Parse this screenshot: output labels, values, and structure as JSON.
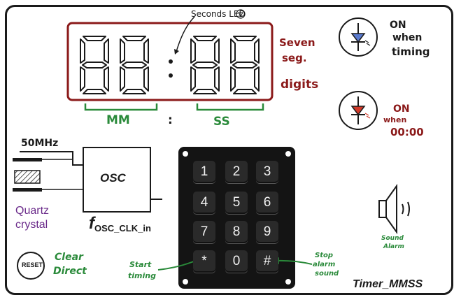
{
  "display": {
    "seconds_led_label": "Seconds LED",
    "seven_seg_label": [
      "Seven",
      "seg.",
      "digits"
    ],
    "mm_label": "MM",
    "colon_label": ":",
    "ss_label": "SS"
  },
  "led_timing": {
    "label": [
      "ON",
      "when",
      "timing"
    ]
  },
  "led_zero": {
    "label": [
      "ON",
      "when",
      "00:00"
    ]
  },
  "oscillator": {
    "frequency_label": "50MHz",
    "block_label": "OSC",
    "quartz_label": [
      "Quartz",
      "crystal"
    ],
    "signal_name_main": "f",
    "signal_name_sub": "OSC_CLK_in"
  },
  "keypad": {
    "keys": [
      "1",
      "2",
      "3",
      "4",
      "5",
      "6",
      "7",
      "8",
      "9",
      "*",
      "0",
      "#"
    ]
  },
  "reset": {
    "button_label": "RESET",
    "note": [
      "Clear",
      "Direct"
    ]
  },
  "annotations": {
    "start_timing": [
      "Start",
      "timing"
    ],
    "stop_alarm": [
      "Stop",
      "alarm",
      "sound"
    ]
  },
  "speaker": {
    "label": [
      "Sound",
      "Alarm"
    ]
  },
  "title": "Timer_MMSS",
  "colors": {
    "dark_red": "#8b1a1a",
    "green": "#2a8a3a",
    "purple": "#6a2a8a",
    "ink": "#1a1a1a"
  }
}
